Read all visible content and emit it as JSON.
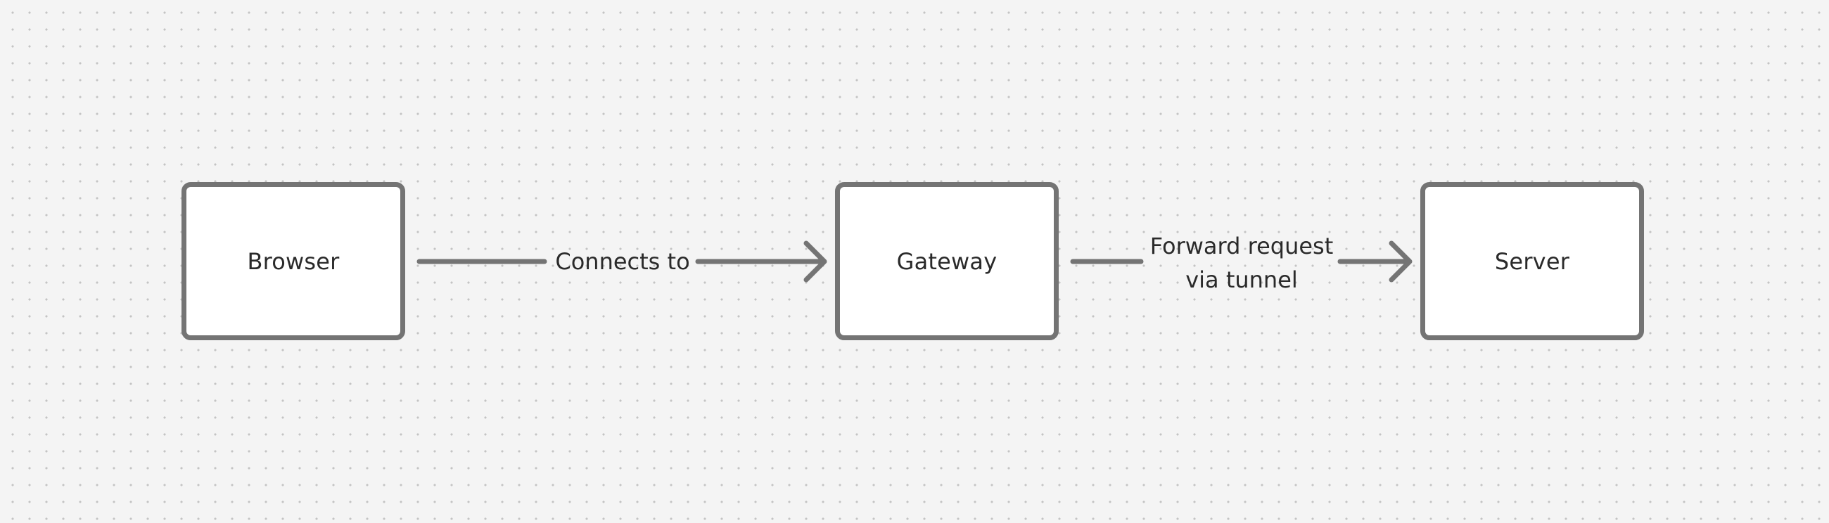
{
  "nodes": {
    "browser": {
      "label": "Browser"
    },
    "gateway": {
      "label": "Gateway"
    },
    "server": {
      "label": "Server"
    }
  },
  "edges": [
    {
      "from": "browser",
      "to": "gateway",
      "label_lines": [
        "Connects to"
      ]
    },
    {
      "from": "gateway",
      "to": "server",
      "label_lines": [
        "Forward request",
        "via tunnel"
      ]
    }
  ],
  "colors": {
    "background": "#f4f4f4",
    "grid_dot": "#c4c4c4",
    "stroke": "#747474",
    "node_fill": "#ffffff",
    "text": "#2a2a2a"
  }
}
